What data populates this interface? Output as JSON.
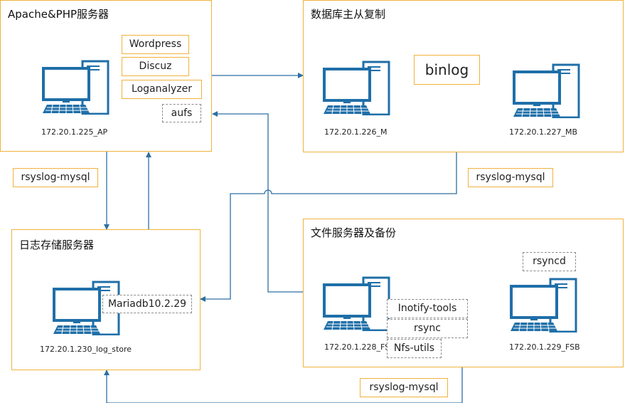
{
  "panels": {
    "ap": {
      "title": "Apache&PHP服务器"
    },
    "db": {
      "title": "数据库主从复制"
    },
    "log": {
      "title": "日志存储服务器"
    },
    "fs": {
      "title": "文件服务器及备份"
    }
  },
  "apps": {
    "wordpress": "Wordpress",
    "discuz": "Discuz",
    "loganalyzer": "Loganalyzer",
    "aufs": "aufs",
    "binlog": "binlog",
    "mariadb": "Mariadb10.2.29",
    "rsyncd": "rsyncd",
    "inotify": "Inotify-tools",
    "rsync": "rsync",
    "nfs": "Nfs-utils"
  },
  "hosts": {
    "ap": "172.20.1.225_AP",
    "m": "172.20.1.226_M",
    "mb": "172.20.1.227_MB",
    "log": "172.20.1.230_log_store",
    "fs": "172.20.1.228_FS",
    "fsb": "172.20.1.229_FSB"
  },
  "links": {
    "rsyslog_ap": "rsyslog-mysql",
    "rsyslog_db": "rsyslog-mysql",
    "rsyslog_fs": "rsyslog-mysql"
  },
  "colors": {
    "computer": "#1f6fa8",
    "panel_border": "#f0b23c",
    "arrow_blue": "#2e6fa3",
    "arrow_orange": "#f0a030"
  }
}
